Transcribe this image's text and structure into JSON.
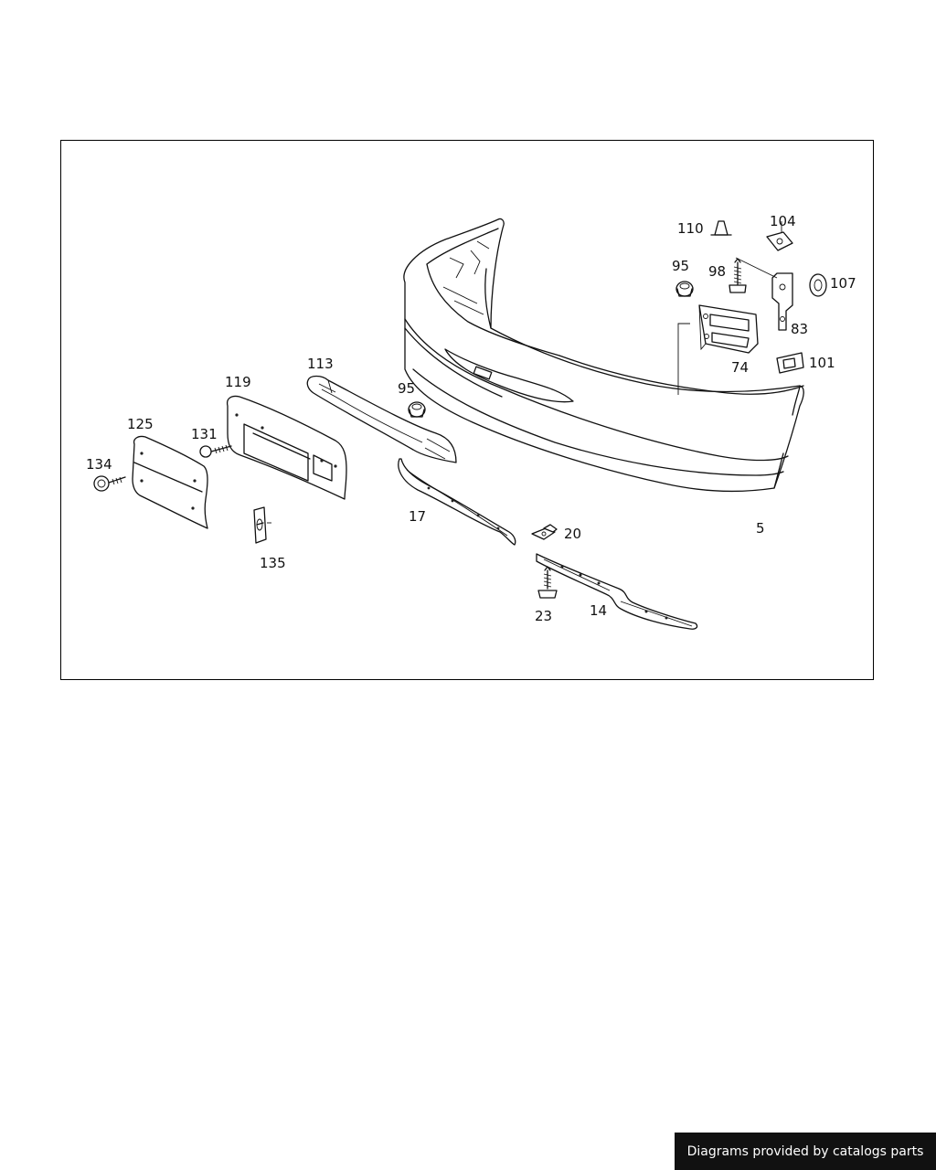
{
  "parts": [
    {
      "id": "bumper-cover",
      "label": "5"
    },
    {
      "id": "lower-trim-strip",
      "label": "14"
    },
    {
      "id": "upper-trim-strip",
      "label": "17"
    },
    {
      "id": "clip-nut",
      "label": "20"
    },
    {
      "id": "tapping-screw",
      "label": "23"
    },
    {
      "id": "mounting-bracket",
      "label": "74"
    },
    {
      "id": "holder",
      "label": "83"
    },
    {
      "id": "grommet-upper",
      "label": "95"
    },
    {
      "id": "grommet-lower",
      "label": "95"
    },
    {
      "id": "screw",
      "label": "98"
    },
    {
      "id": "clip",
      "label": "101"
    },
    {
      "id": "spring-nut",
      "label": "104"
    },
    {
      "id": "spreader-nut",
      "label": "107"
    },
    {
      "id": "expanding-rivet",
      "label": "110"
    },
    {
      "id": "grille-insert",
      "label": "113"
    },
    {
      "id": "license-plate-base",
      "label": "119"
    },
    {
      "id": "license-plate-holder",
      "label": "125"
    },
    {
      "id": "plate-screw",
      "label": "131"
    },
    {
      "id": "holder-screw",
      "label": "134"
    },
    {
      "id": "plate-clip",
      "label": "135"
    }
  ],
  "footer": {
    "text": "Diagrams provided by catalogs parts"
  }
}
